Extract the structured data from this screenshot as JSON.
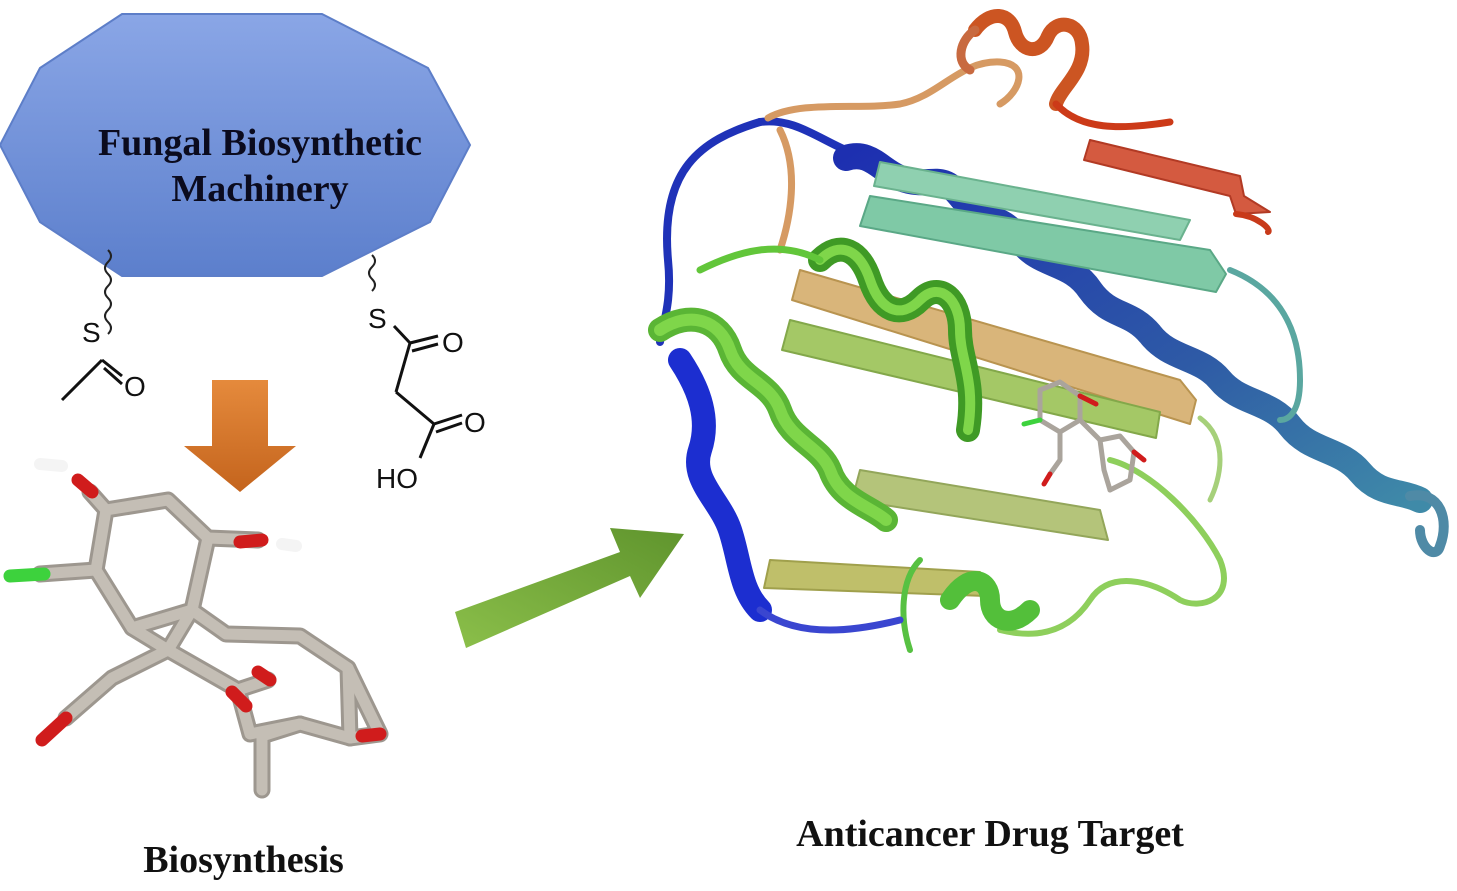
{
  "enzyme": {
    "line1": "Fungal Biosynthetic",
    "line2": "Machinery"
  },
  "thioesters": {
    "acetyl": {
      "sulfur": "S",
      "oxygen": "O"
    },
    "malonyl": {
      "sulfur": "S",
      "carbonyl_oxygen": "O",
      "acid_oxygen": "O",
      "hydroxyl": "HO"
    }
  },
  "captions": {
    "left": "Biosynthesis",
    "right": "Anticancer Drug Target"
  },
  "colors": {
    "enzyme_fill": "#6f8fd6",
    "orange_arrow": "#d4772b",
    "green_arrow": "#77ab3c",
    "carbon_stick": "#b2aca3",
    "oxygen": "#d41818",
    "chlorine": "#3fd43f",
    "hydrogen": "#ffffff"
  }
}
